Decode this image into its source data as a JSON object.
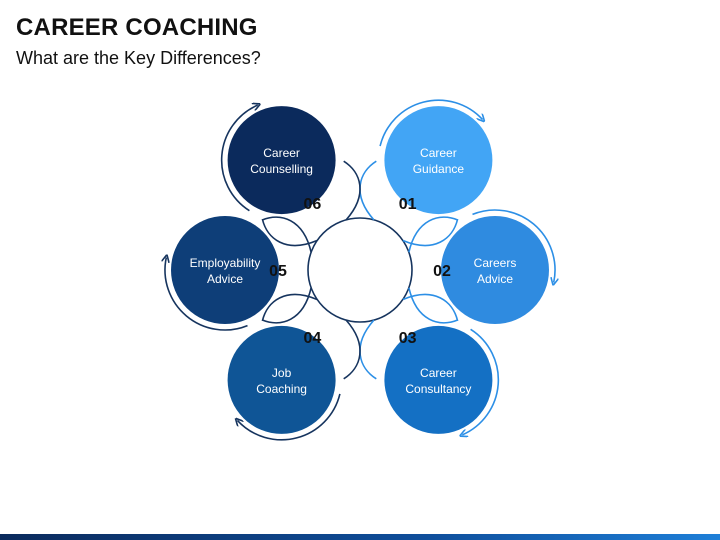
{
  "title": "CAREER COACHING",
  "subtitle": "What are the Key Differences?",
  "items": [
    {
      "number": "01",
      "line1": "Career",
      "line2": "Guidance",
      "color": "#42a5f5"
    },
    {
      "number": "02",
      "line1": "Careers",
      "line2": "Advice",
      "color": "#2f8be0"
    },
    {
      "number": "03",
      "line1": "Career",
      "line2": "Consultancy",
      "color": "#1470c4"
    },
    {
      "number": "04",
      "line1": "Job",
      "line2": "Coaching",
      "color": "#0f5596"
    },
    {
      "number": "05",
      "line1": "Employability",
      "line2": "Advice",
      "color": "#0e3e78"
    },
    {
      "number": "06",
      "line1": "Career",
      "line2": "Counselling",
      "color": "#0b2a5c"
    }
  ]
}
